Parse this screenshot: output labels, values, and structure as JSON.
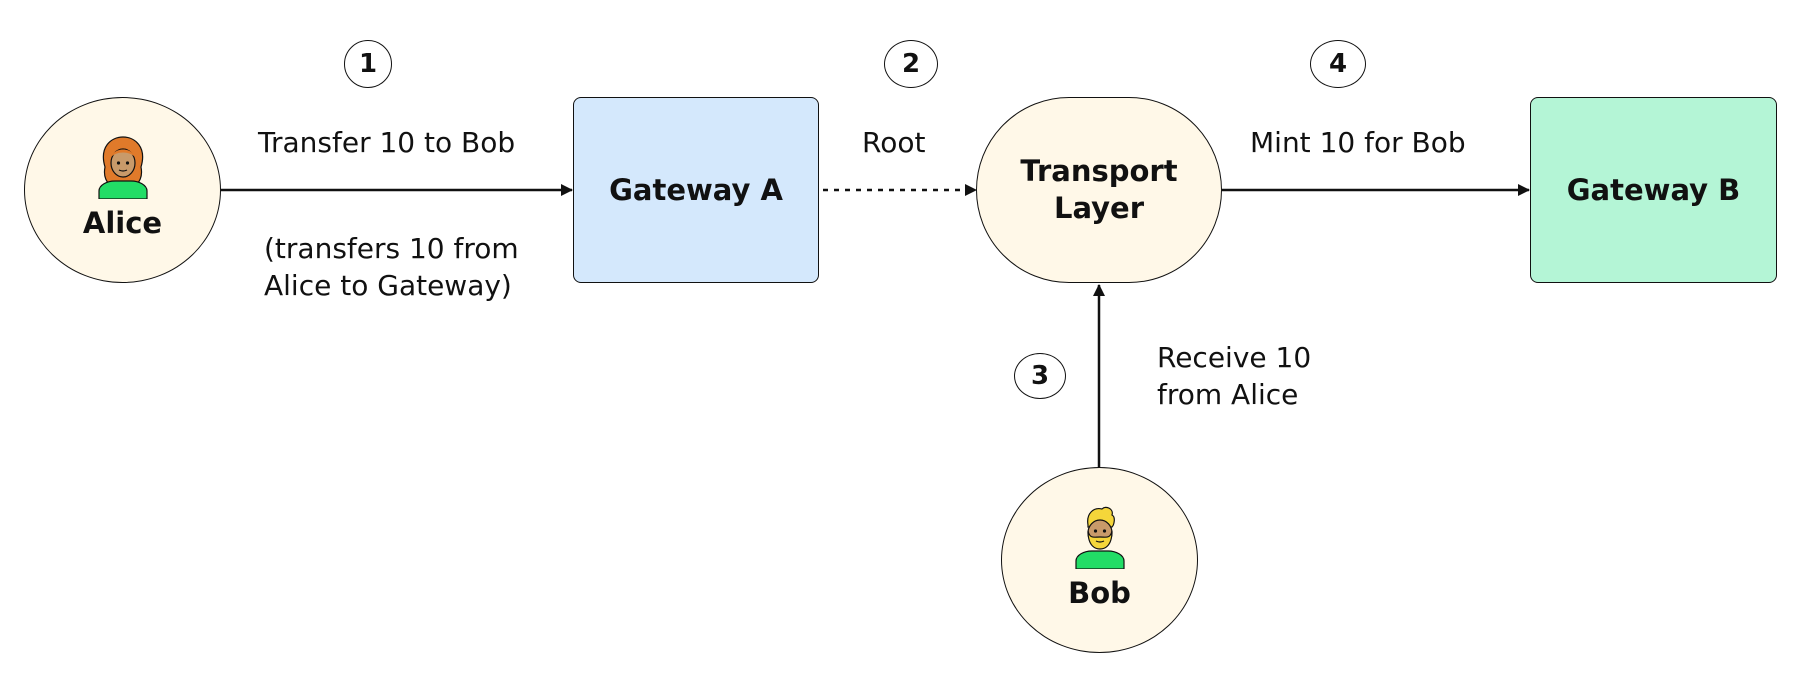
{
  "nodes": {
    "alice": {
      "label": "Alice",
      "icon": "woman-avatar-icon"
    },
    "gateway_a": {
      "label": "Gateway A",
      "color": "#d4e8fc"
    },
    "transport": {
      "label": "Transport\nLayer",
      "color": "#fff8e8"
    },
    "gateway_b": {
      "label": "Gateway B",
      "color": "#b4f5d6"
    },
    "bob": {
      "label": "Bob",
      "icon": "bearded-man-avatar-icon"
    }
  },
  "edges": {
    "alice_to_gateway_a": {
      "label": "Transfer 10 to Bob",
      "note": "(transfers 10 from\nAlice to Gateway)",
      "style": "solid"
    },
    "gateway_a_to_transport": {
      "label": "Root",
      "style": "dotted"
    },
    "bob_to_transport": {
      "label": "Receive 10\nfrom Alice",
      "style": "solid"
    },
    "transport_to_gateway_b": {
      "label": "Mint 10 for Bob",
      "style": "solid"
    }
  },
  "steps": [
    "1",
    "2",
    "3",
    "4"
  ],
  "colors": {
    "avatar_shirt": "#22dd66",
    "alice_hair": "#e07a2a",
    "bob_hair": "#f5d63a",
    "skin": "#c89a6a"
  }
}
